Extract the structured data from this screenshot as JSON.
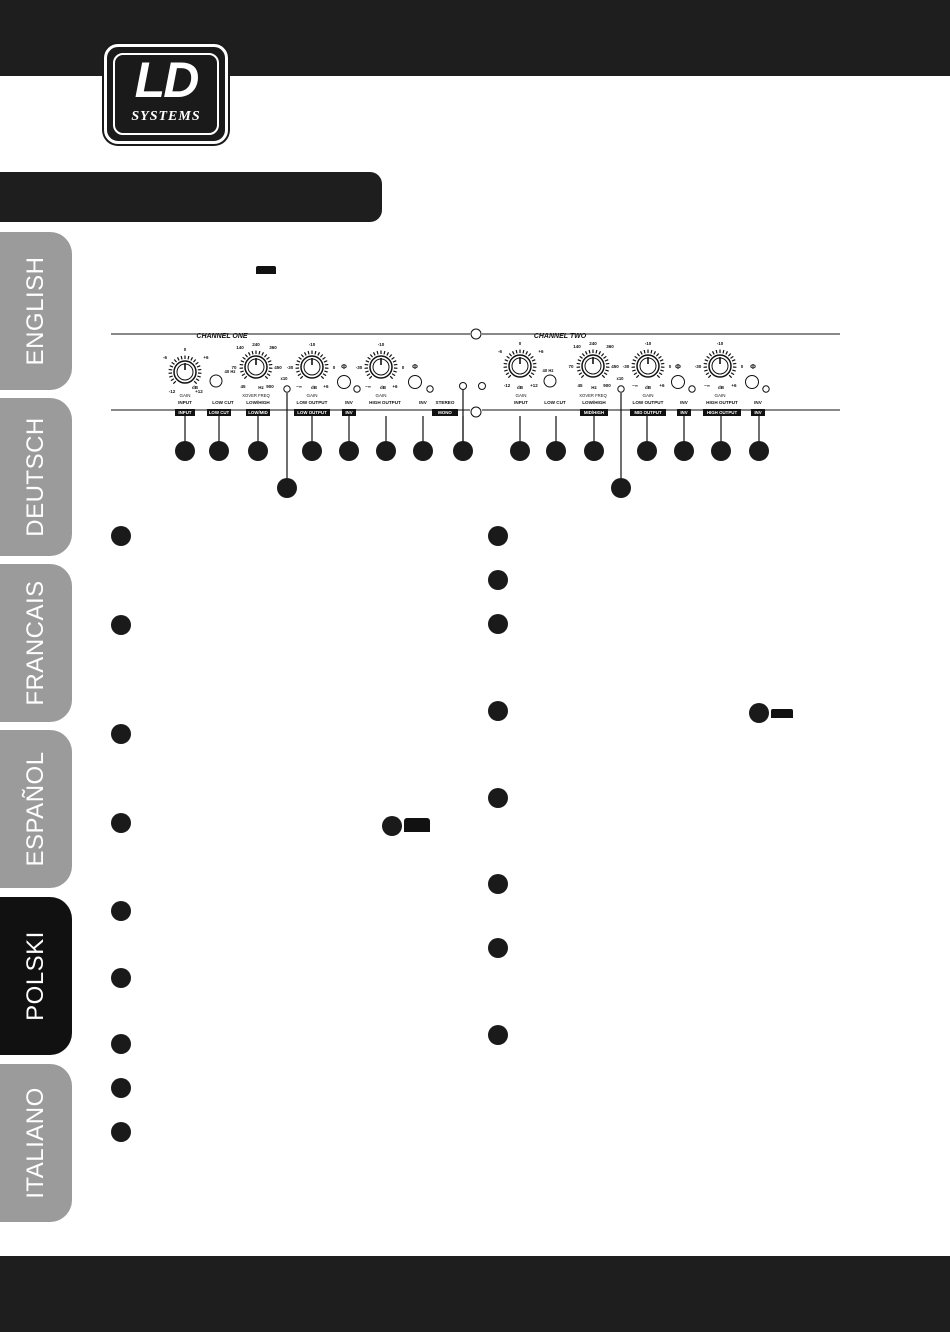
{
  "logo": {
    "mark": "LD",
    "wordmark": "SYSTEMS"
  },
  "tabs": [
    {
      "label": "ENGLISH",
      "active": false
    },
    {
      "label": "DEUTSCH",
      "active": false
    },
    {
      "label": "FRANCAIS",
      "active": false
    },
    {
      "label": "ESPAÑOL",
      "active": false
    },
    {
      "label": "POLSKI",
      "active": true
    },
    {
      "label": "ITALIANO",
      "active": false
    }
  ],
  "panel": {
    "channel_one": "CHANNEL ONE",
    "channel_two": "CHANNEL TWO",
    "ch1_sections": [
      "INPUT",
      "LOW CUT",
      "LOW/HIGH",
      "LOW OUTPUT",
      "INV",
      "HIGH OUTPUT",
      "INV"
    ],
    "ch1_buttons": [
      "INPUT",
      "LOW CUT",
      "LOW/MID",
      "LOW OUTPUT",
      "INV"
    ],
    "ch2_sections": [
      "INPUT",
      "LOW CUT",
      "LOW/HIGH",
      "LOW OUTPUT",
      "INV",
      "HIGH OUTPUT",
      "INV"
    ],
    "ch2_buttons": [
      "MID/HIGH",
      "MID OUTPUT",
      "INV",
      "HIGH OUTPUT",
      "INV"
    ],
    "stereo": "STEREO",
    "mono": "MONO",
    "gain": "GAIN",
    "xover_freq": "XOVER FREQ",
    "xover_freq_2": "XOVER FREQ",
    "hz_40": "40 Hz",
    "x10": "x10",
    "hz": "Hz",
    "db": "dB",
    "phase": "Φ",
    "input_scale": {
      "top": "0",
      "left": "-6",
      "right": "+6",
      "bl": "-12",
      "br": "+12"
    },
    "xover_scale": {
      "top": "240",
      "tl": "140",
      "tr": "360",
      "l": "70",
      "r": "450",
      "bl": "45",
      "br": "900"
    },
    "out_scale": {
      "top": "-10",
      "l": "-30",
      "r": "0",
      "bl": "−∞",
      "br": "+6"
    }
  }
}
